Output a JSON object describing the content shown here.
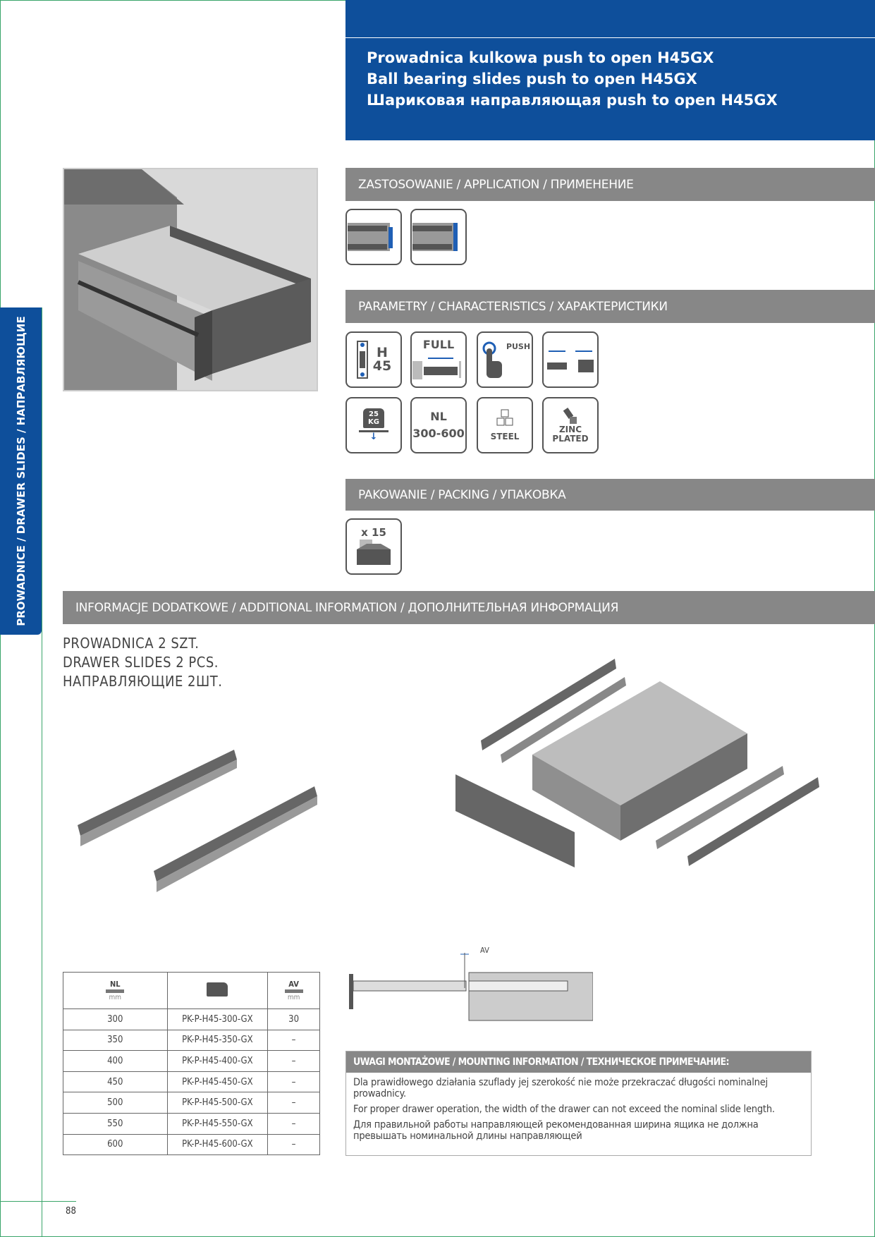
{
  "sidebar_tab": "PROWADNICE / DRAWER SLIDES / НАПРАВЛЯЮЩИЕ",
  "header": {
    "titles": [
      "Prowadnica kulkowa push to open H45GX",
      "Ball bearing slides push to open H45GX",
      "Шариковая направляющая push to open H45GX"
    ]
  },
  "sections": {
    "application": "ZASTOSOWANIE / APPLICATION / ПРИМЕНЕНИЕ",
    "characteristics": "PARAMETRY / CHARACTERISTICS / ХАРАКТЕРИСТИКИ",
    "packing": "PAKOWANIE / PACKING / УПАКОВКА",
    "additional": "INFORMACJE DODATKOWE / ADDITIONAL INFORMATION / ДОПОЛНИТЕЛЬНАЯ ИНФОРМАЦИЯ"
  },
  "icons": {
    "h": "H",
    "h_val": "45",
    "full": "FULL",
    "push": "PUSH",
    "load": "25",
    "load_unit": "KG",
    "nl": "NL",
    "nl_range": "300-600",
    "steel": "STEEL",
    "zinc": "ZINC",
    "plated": "PLATED",
    "pack": "x 15"
  },
  "quantity": [
    "PROWADNICA 2 SZT.",
    "DRAWER SLIDES 2 PCS.",
    "НАПРАВЛЯЮЩИЕ 2ШТ."
  ],
  "diagram": {
    "av": "AV"
  },
  "table": {
    "col_nl": "NL",
    "col_av": "AV",
    "unit": "mm",
    "rows": [
      {
        "nl": "300",
        "code": "PK-P-H45-300-GX",
        "av": "30"
      },
      {
        "nl": "350",
        "code": "PK-P-H45-350-GX",
        "av": "–"
      },
      {
        "nl": "400",
        "code": "PK-P-H45-400-GX",
        "av": "–"
      },
      {
        "nl": "450",
        "code": "PK-P-H45-450-GX",
        "av": "–"
      },
      {
        "nl": "500",
        "code": "PK-P-H45-500-GX",
        "av": "–"
      },
      {
        "nl": "550",
        "code": "PK-P-H45-550-GX",
        "av": "–"
      },
      {
        "nl": "600",
        "code": "PK-P-H45-600-GX",
        "av": "–"
      }
    ]
  },
  "mounting": {
    "title": "UWAGI MONTAŻOWE / MOUNTING INFORMATION / ТЕХНИЧЕСКОЕ ПРИМЕЧАНИЕ:",
    "pl": "Dla prawidłowego działania szuflady jej szerokość nie może przekraczać długości nominalnej prowadnicy.",
    "en": "For proper drawer operation, the width of the drawer can not exceed the nominal slide length.",
    "ru": "Для правильной работы направляющей рекомендованная ширина ящика не должна превышать  номинальной длины направляющей"
  },
  "page_number": "88",
  "colors": {
    "brand_blue": "#0e4f9b",
    "bar_grey": "#878787",
    "accent_green": "#3aa56a"
  }
}
